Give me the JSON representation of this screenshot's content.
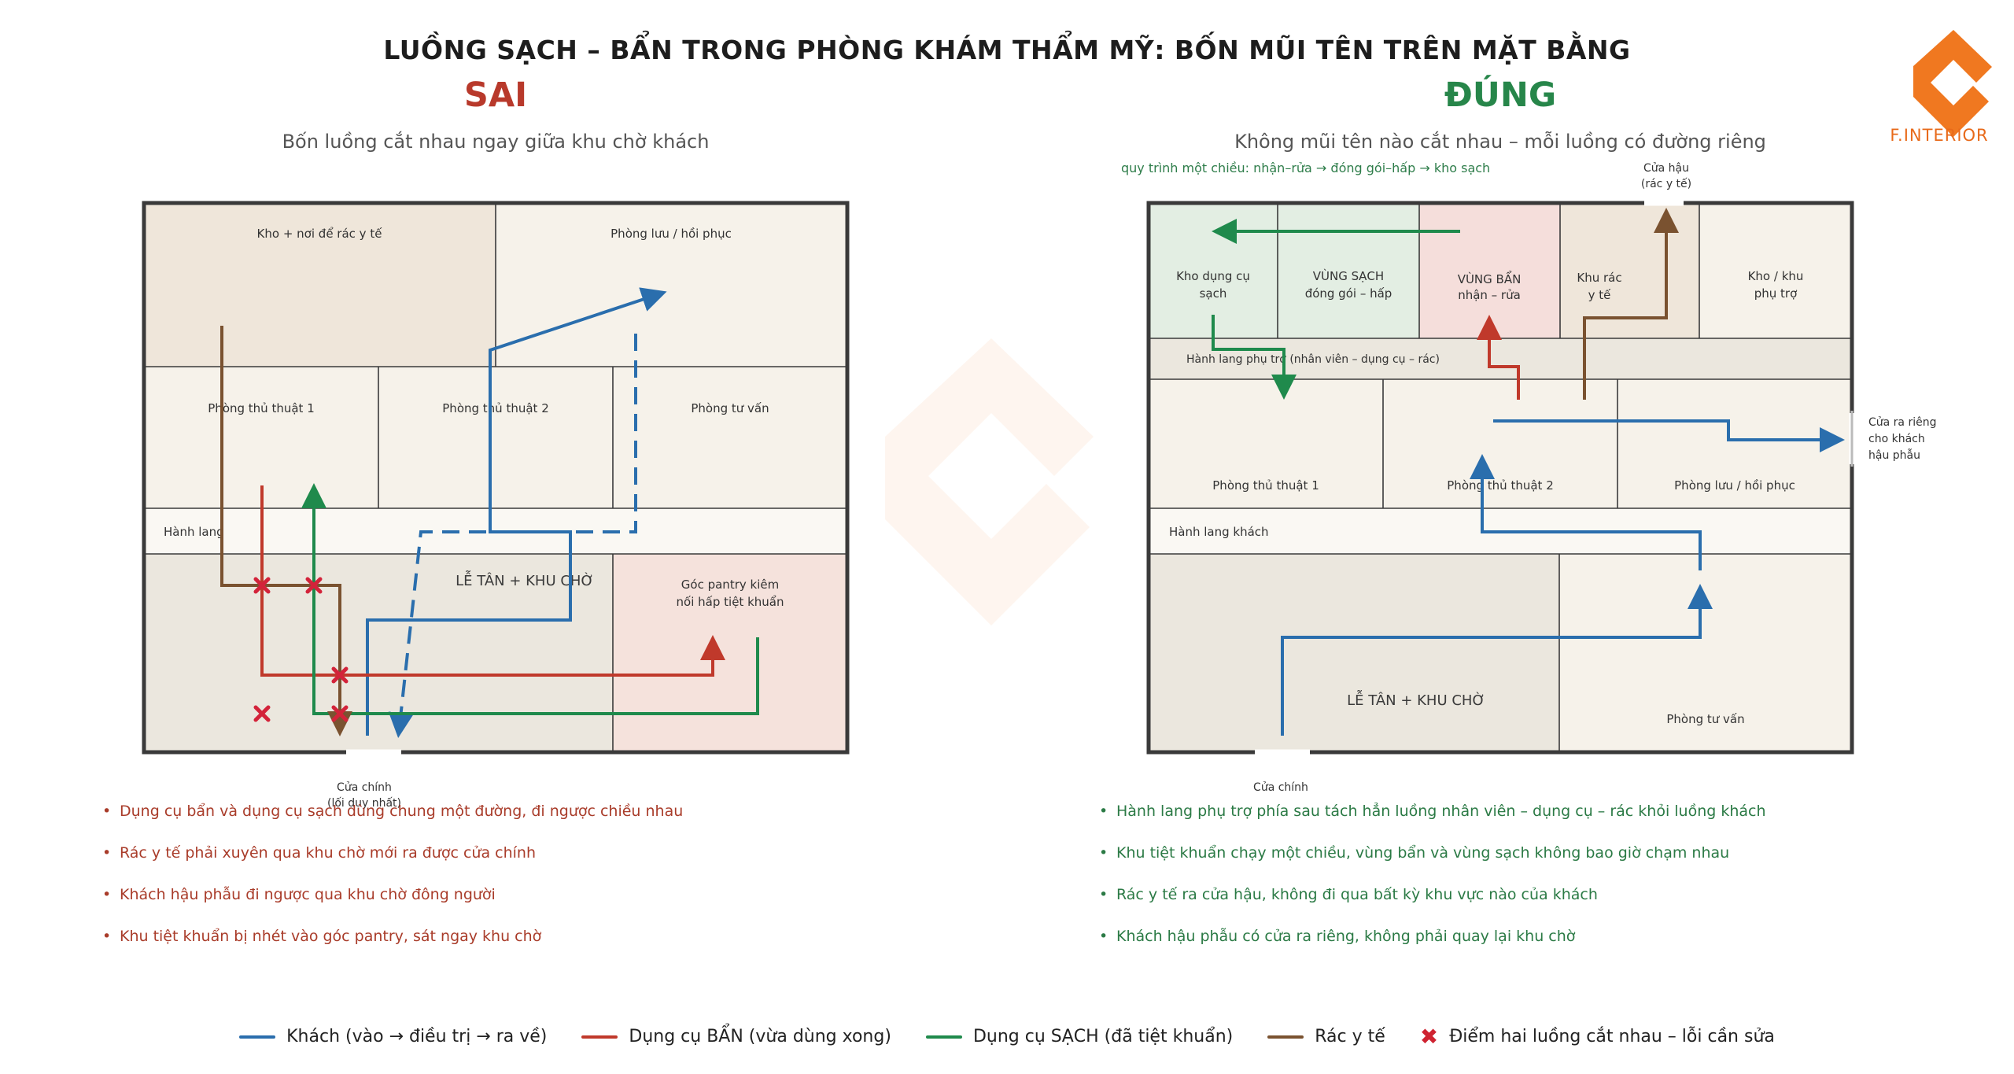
{
  "title": "LUỒNG SẠCH – BẨN TRONG PHÒNG KHÁM THẨM MỸ:  BỐN MŨI TÊN TRÊN MẶT BẰNG",
  "brand": {
    "name": "F.INTERIOR",
    "color": "#f07820"
  },
  "colors": {
    "client": "#2a6ead",
    "dirty": "#c0392b",
    "clean": "#1f8a4c",
    "waste": "#7a5230",
    "conflict": "#d3233a",
    "wall": "#3a3a3a",
    "wrong_title": "#b8392b",
    "right_title": "#27864a"
  },
  "wrong": {
    "title": "SAI",
    "subtitle": "Bốn luồng cắt nhau ngay giữa khu chờ khách",
    "rooms": {
      "storage": "Kho  +  nơi để rác y tế",
      "recovery": "Phòng lưu / hồi phục",
      "proc1": "Phòng thủ thuật 1",
      "proc2": "Phòng thủ thuật 2",
      "consult": "Phòng tư vấn",
      "corridor": "Hành lang",
      "reception": "LỄ TÂN  +  KHU CHỜ",
      "pantry_l1": "Góc pantry kiêm",
      "pantry_l2": "nối hấp tiệt khuẩn"
    },
    "entrance_l1": "Cửa chính",
    "entrance_l2": "(lối duy nhất)",
    "bullets": [
      "Dụng cụ bẩn và dụng cụ sạch dùng chung một đường, đi ngược chiều nhau",
      "Rác y tế phải xuyên qua khu chờ mới ra được cửa chính",
      "Khách hậu phẫu đi ngược qua khu chờ đông người",
      "Khu tiệt khuẩn bị nhét vào góc pantry, sát ngay khu chờ"
    ]
  },
  "right": {
    "title": "ĐÚNG",
    "subtitle": "Không mũi tên nào cắt nhau – mỗi luồng có đường riêng",
    "process_note": "quy trình một chiều:  nhận–rửa  →  đóng gói–hấp  →  kho sạch",
    "rooms": {
      "clean_store_l1": "Kho dụng cụ",
      "clean_store_l2": "sạch",
      "clean_zone_l1": "VÙNG SẠCH",
      "clean_zone_l2": "đóng gói – hấp",
      "dirty_zone_l1": "VÙNG BẨN",
      "dirty_zone_l2": "nhận – rửa",
      "waste_l1": "Khu rác",
      "waste_l2": "y tế",
      "aux_l1": "Kho / khu",
      "aux_l2": "phụ trợ",
      "service_corridor": "Hành lang phụ trợ  (nhân viên – dụng cụ – rác)",
      "proc1": "Phòng thủ thuật 1",
      "proc2": "Phòng thủ thuật 2",
      "recovery": "Phòng lưu / hồi phục",
      "client_corridor": "Hành lang khách",
      "reception": "LỄ TÂN  +  KHU CHỜ",
      "consult": "Phòng tư vấn"
    },
    "back_door_l1": "Cửa hậu",
    "back_door_l2": "(rác y tế)",
    "private_exit_l1": "Cửa ra riêng",
    "private_exit_l2": "cho khách",
    "private_exit_l3": "hậu phẫu",
    "entrance": "Cửa chính",
    "bullets": [
      "Hành lang phụ trợ phía sau tách hẳn luồng nhân viên – dụng cụ – rác khỏi luồng khách",
      "Khu tiệt khuẩn chạy một chiều, vùng bẩn và vùng sạch không bao giờ chạm nhau",
      "Rác y tế ra cửa hậu, không đi qua bất kỳ khu vực nào của khách",
      "Khách hậu phẫu có cửa ra riêng, không phải quay lại khu chờ"
    ]
  },
  "legend": [
    {
      "key": "client",
      "label": "Khách  (vào → điều trị → ra về)",
      "color": "#2a6ead"
    },
    {
      "key": "dirty",
      "label": "Dụng cụ BẨN  (vừa dùng xong)",
      "color": "#c0392b"
    },
    {
      "key": "clean",
      "label": "Dụng cụ SẠCH  (đã tiệt khuẩn)",
      "color": "#1f8a4c"
    },
    {
      "key": "waste",
      "label": "Rác y tế",
      "color": "#7a5230"
    },
    {
      "key": "conflict",
      "label": "Điểm hai luồng cắt nhau – lỗi cần sửa",
      "color": "#d3233a"
    }
  ]
}
